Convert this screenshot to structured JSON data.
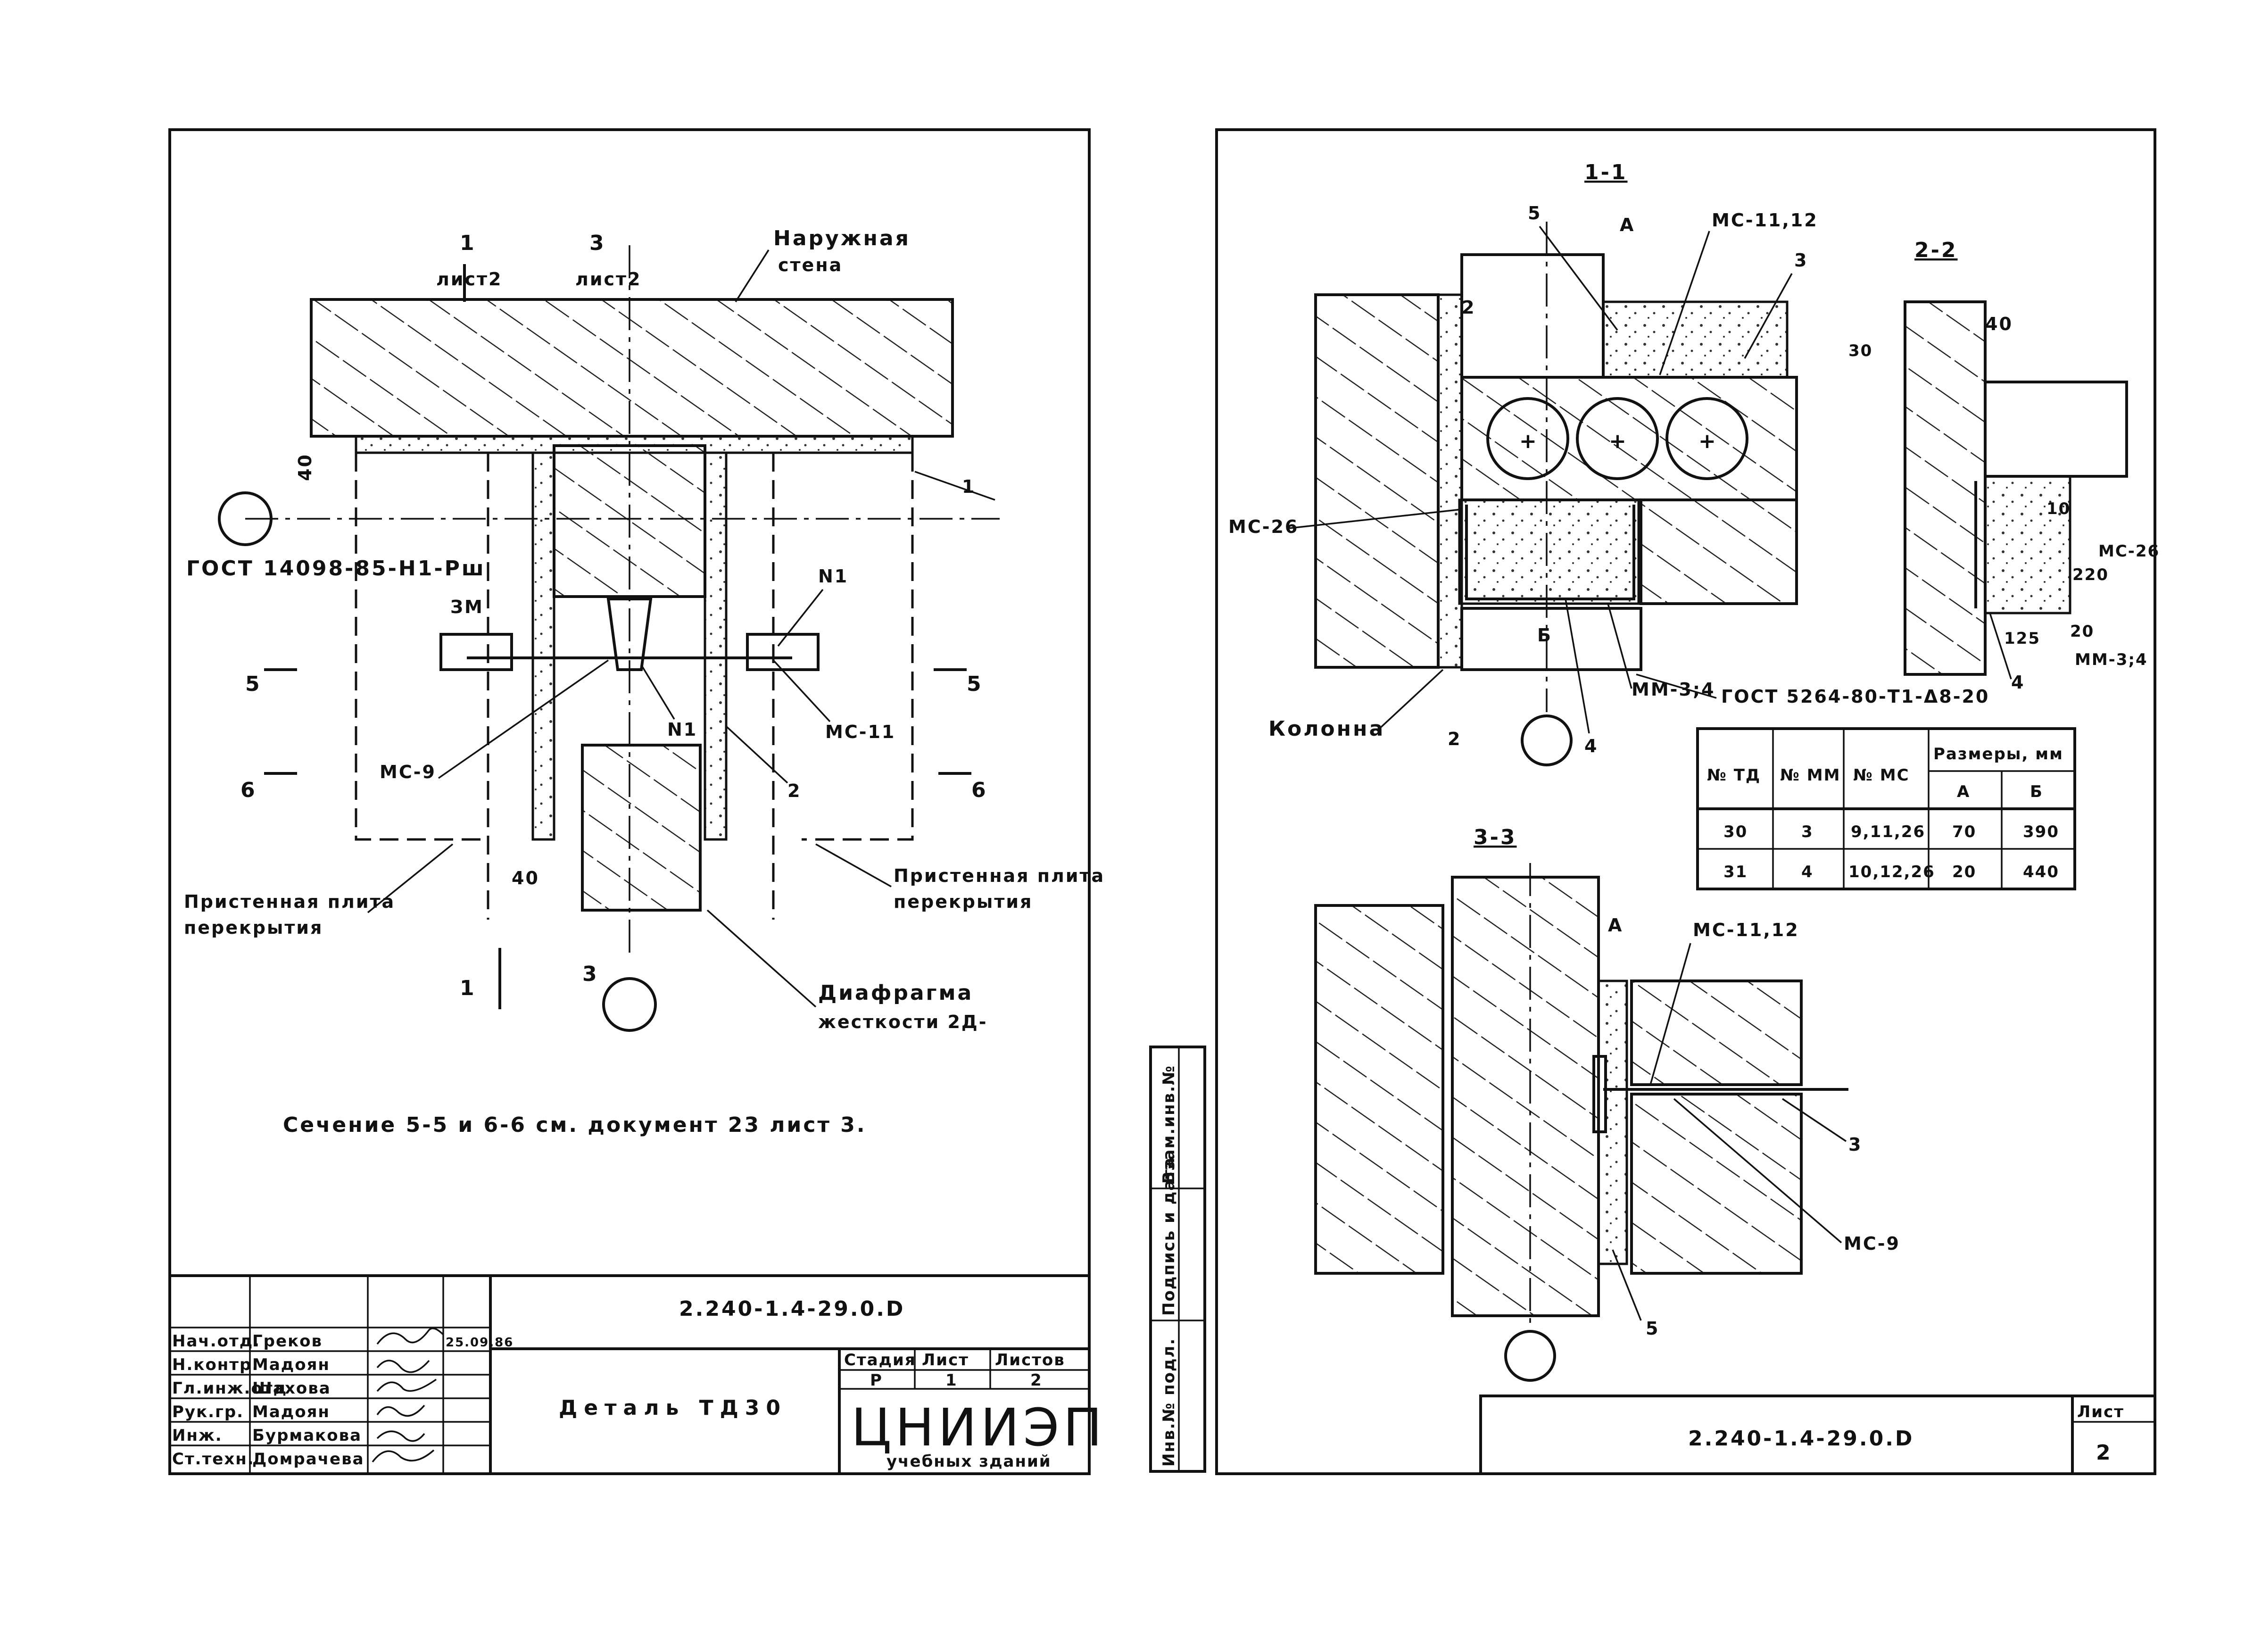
{
  "left_sheet": {
    "section_marks": {
      "s1_top": "1",
      "s1_top_ref": "лист2",
      "s3_top": "3",
      "s3_top_ref": "лист2",
      "s1_bottom": "1",
      "s3_bottom": "3",
      "s5_left": "5",
      "s5_right": "5",
      "s6_left": "6",
      "s6_right": "6"
    },
    "labels": {
      "outer_wall_1": "Наружная",
      "outer_wall_2": "стена",
      "gost": "ГОСТ 14098-85-Н1-Рш",
      "zm": "ЗМ",
      "n1_top": "N1",
      "n1_bottom": "N1",
      "mc9": "МС-9",
      "mc11": "МС-11",
      "item1": "1",
      "item2": "2",
      "dim40_top": "40",
      "dim40_bottom": "40",
      "plate_left_1": "Пристенная плита",
      "plate_left_2": "перекрытия",
      "plate_right_1": "Пристенная плита",
      "plate_right_2": "перекрытия",
      "diaphragm_1": "Диафрагма",
      "diaphragm_2": "жесткости 2Д-",
      "note": "Сечение 5-5 и 6-6 см. документ 23 лист 3."
    },
    "title_block": {
      "code": "2.240-1.4-29.0.D",
      "title": "Деталь ТД30",
      "stage_h": "Стадия",
      "sheet_h": "Лист",
      "sheets_h": "Листов",
      "stage": "Р",
      "sheet": "1",
      "sheets": "2",
      "org": "ЦНИИЭП",
      "org_sub": "учебных зданий",
      "date": "25.09.86",
      "roles": [
        {
          "role": "Нач.отд.",
          "name": "Греков"
        },
        {
          "role": "Н.контр.",
          "name": "Мадоян"
        },
        {
          "role": "Гл.инж.отд",
          "name": "Шахова"
        },
        {
          "role": "Рук.гр.",
          "name": "Мадоян"
        },
        {
          "role": "Инж.",
          "name": "Бурмакова"
        },
        {
          "role": "Ст.техн.",
          "name": "Домрачева"
        }
      ]
    }
  },
  "right_sheet": {
    "sections": {
      "s11": "1-1",
      "s22": "2-2",
      "s33": "3-3"
    },
    "labels": {
      "a_top": "А",
      "a_33": "А",
      "b": "Б",
      "mc1112_top": "МС-11,12",
      "mc1112_33": "МС-11,12",
      "item3_top": "3",
      "item3_33": "3",
      "item5_top": "5",
      "item5_33": "5",
      "item4_11": "4",
      "item4_22": "4",
      "cut2_top": "2",
      "cut2_bottom": "2",
      "dim30": "30",
      "mc26_left": "МС-26",
      "mc26_right": "МС-26",
      "mm34_11": "ММ-3;4",
      "mm34_22": "ММ-3;4",
      "kolonna": "Колонна",
      "gost5264": "ГОСТ 5264-80-Т1-Δ8-20",
      "dim40": "40",
      "dim10": "10",
      "dim220": "220",
      "dim125": "125",
      "dim20": "20",
      "mc9": "МС-9"
    },
    "table": {
      "headers": [
        "№ ТД",
        "№ ММ",
        "№ МС",
        "Размеры, мм"
      ],
      "subheaders": [
        "А",
        "Б"
      ],
      "rows": [
        [
          "30",
          "3",
          "9,11,26",
          "70",
          "390"
        ],
        [
          "31",
          "4",
          "10,12,26",
          "20",
          "440"
        ]
      ]
    },
    "side_stamp": [
      "Инв.№ подл.",
      "Подпись и дата",
      "Взам.инв.№"
    ],
    "footer": {
      "code": "2.240-1.4-29.0.D",
      "sheet_h": "Лист",
      "sheet": "2"
    }
  }
}
